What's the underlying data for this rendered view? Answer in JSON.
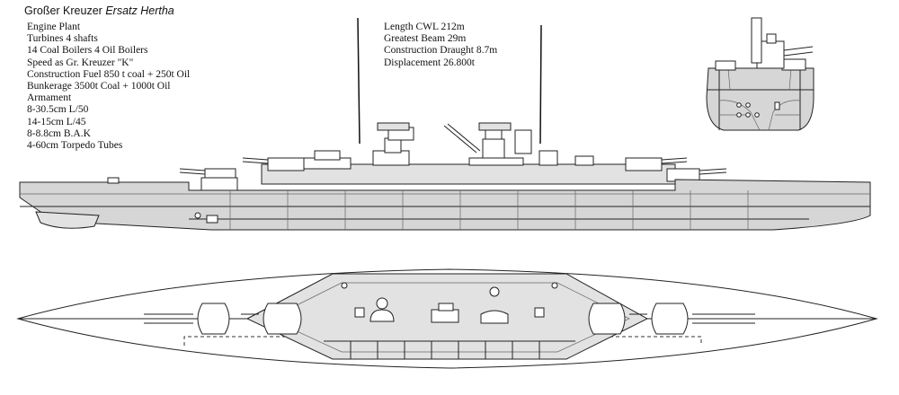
{
  "title": {
    "prefix": "Großer Kreuzer",
    "name": "Ersatz Hertha"
  },
  "specs_left": [
    "Engine Plant",
    "Turbines   4 shafts",
    "14 Coal Boilers   4 Oil Boilers",
    "Speed as Gr. Kreuzer \"K\"",
    "Construction Fuel  850 t coal +  250t Oil",
    "Bunkerage  3500t Coal  +  1000t Oil",
    "Armament",
    "8-30.5cm L/50",
    "14-15cm L/45",
    "8-8.8cm B.A.K",
    "4-60cm Torpedo Tubes"
  ],
  "specs_right": [
    "Length CWL    212m",
    "Greatest Beam    29m",
    "Construction Draught   8.7m",
    "Displacement    26.800t"
  ]
}
